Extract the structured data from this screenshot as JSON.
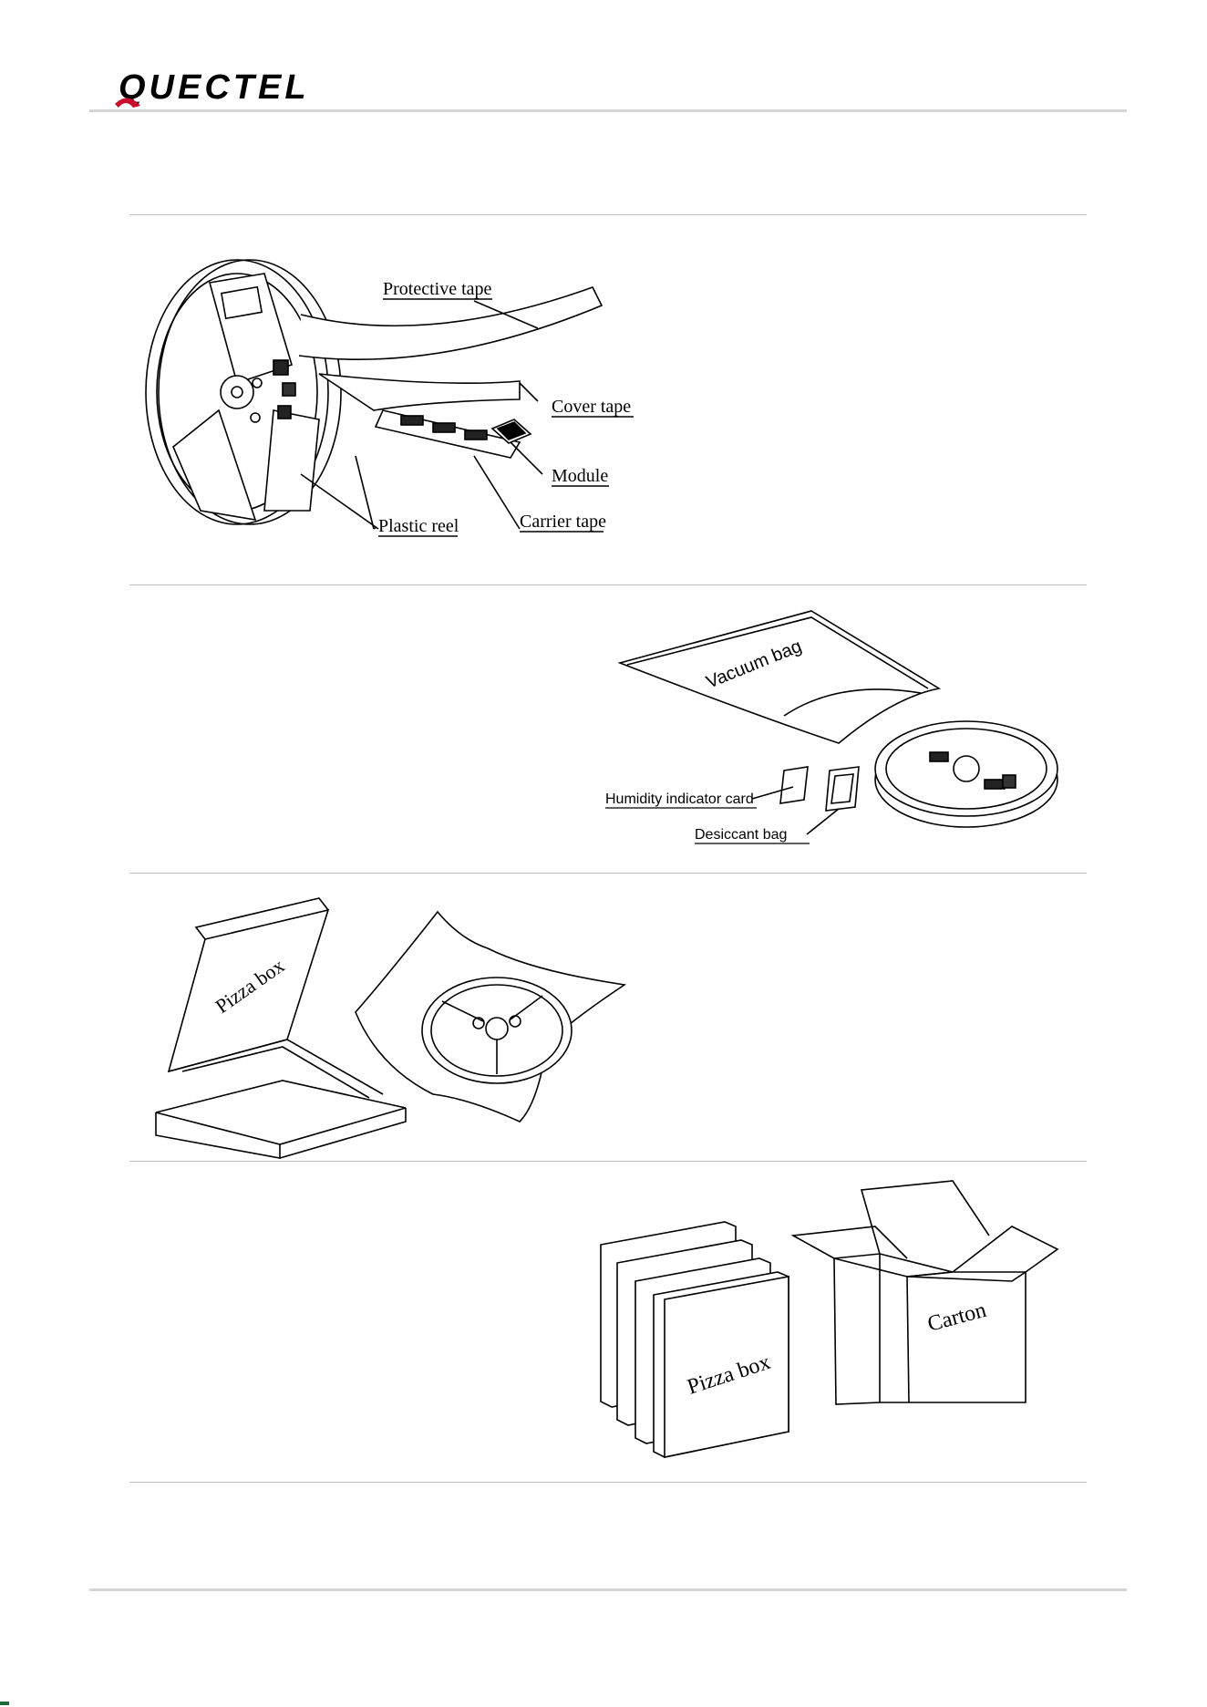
{
  "header": {
    "brand_logo_text": "QUECTEL",
    "brand_color": "#c8102e"
  },
  "figures": {
    "reel_assembly": {
      "labels": {
        "protective_tape": "Protective tape",
        "cover_tape": "Cover tape",
        "module": "Module",
        "plastic_reel": "Plastic reel",
        "carrier_tape": "Carrier tape"
      }
    },
    "vacuum_packaging": {
      "labels": {
        "vacuum_bag": "Vacuum bag",
        "humidity_card": "Humidity indicator card",
        "desiccant_bag": "Desiccant bag"
      }
    },
    "pizza_box_packaging": {
      "labels": {
        "pizza_box": "Pizza box"
      }
    },
    "carton_packaging": {
      "labels": {
        "pizza_box": "Pizza box",
        "carton": "Carton"
      }
    }
  },
  "colors": {
    "line": "#000000",
    "rule": "#bdbdbd",
    "header_rule": "#d4d4d4"
  }
}
